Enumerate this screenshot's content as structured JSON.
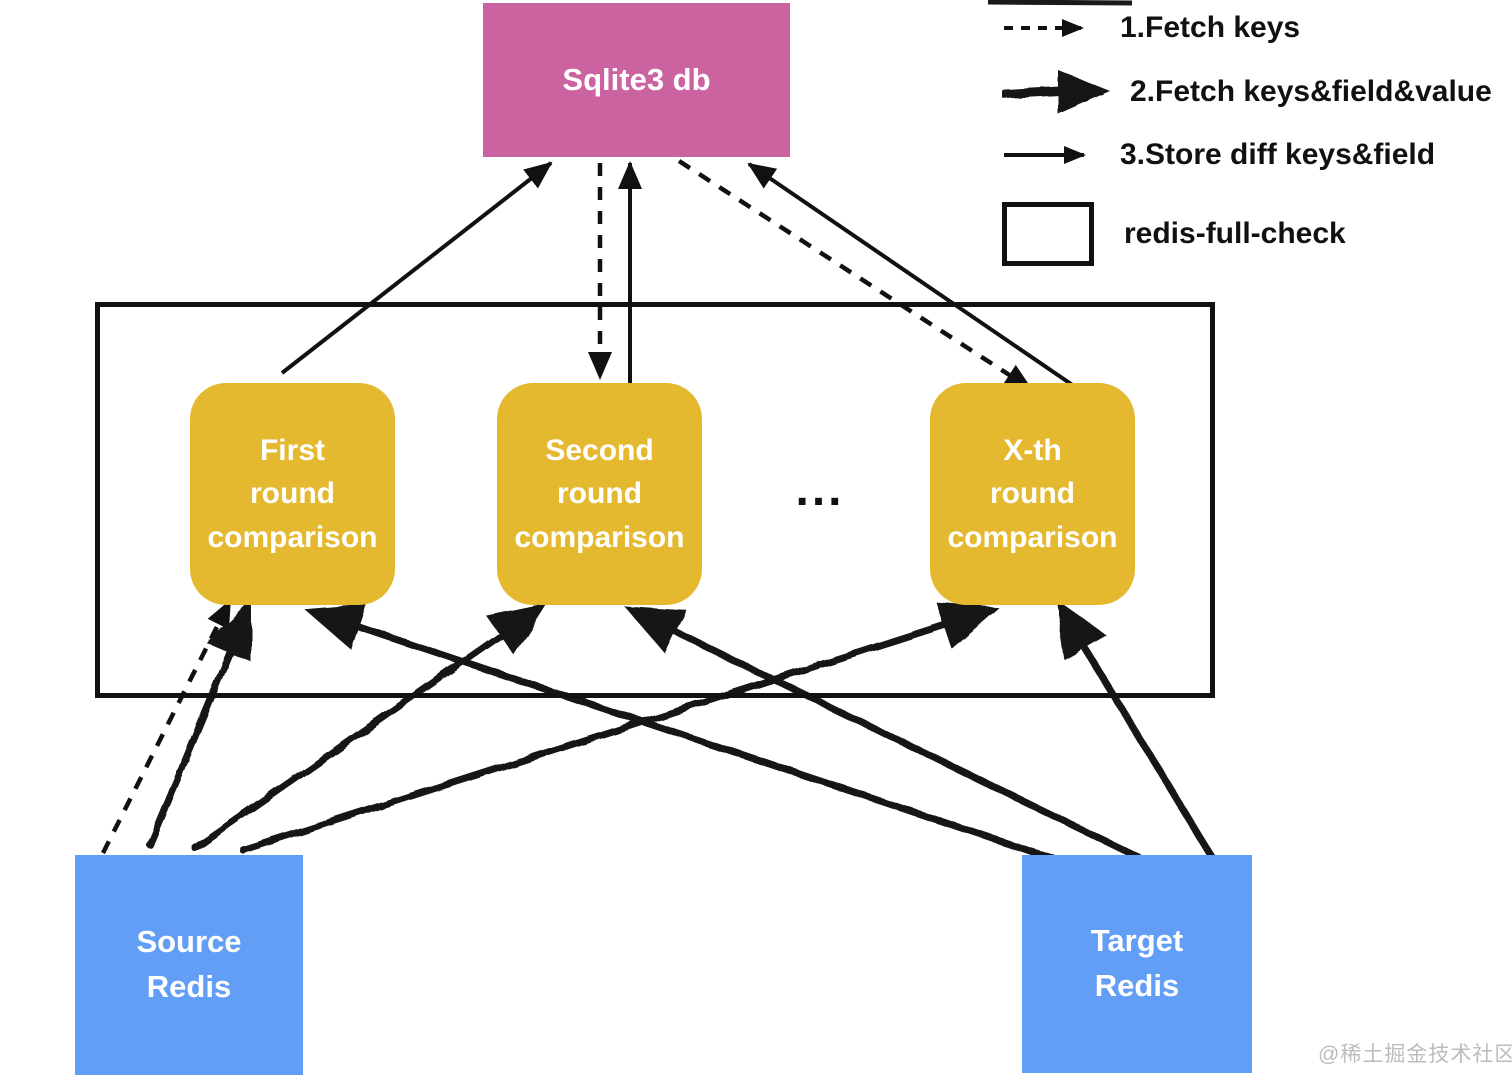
{
  "legend": {
    "items": [
      {
        "icon": "dashed-arrow-icon",
        "label": "1.Fetch keys"
      },
      {
        "icon": "thick-arrow-icon",
        "label": "2.Fetch keys&field&value"
      },
      {
        "icon": "solid-arrow-icon",
        "label": "3.Store diff keys&field"
      },
      {
        "icon": "box-outline-icon",
        "label": "redis-full-check"
      }
    ]
  },
  "nodes": {
    "sqlite": {
      "label": "Sqlite3 db",
      "color": "#cb63a1"
    },
    "rounds": [
      {
        "line1": "First",
        "line2": "round",
        "line3": "comparison"
      },
      {
        "line1": "Second",
        "line2": "round",
        "line3": "comparison"
      },
      {
        "line1": "X-th",
        "line2": "round",
        "line3": "comparison"
      }
    ],
    "rounds_color": "#e5b92f",
    "ellipsis": "...",
    "source": {
      "line1": "Source",
      "line2": "Redis",
      "color": "#639ef6"
    },
    "target": {
      "line1": "Target",
      "line2": "Redis",
      "color": "#639ef6"
    }
  },
  "watermark": "@稀土掘金技术社区"
}
